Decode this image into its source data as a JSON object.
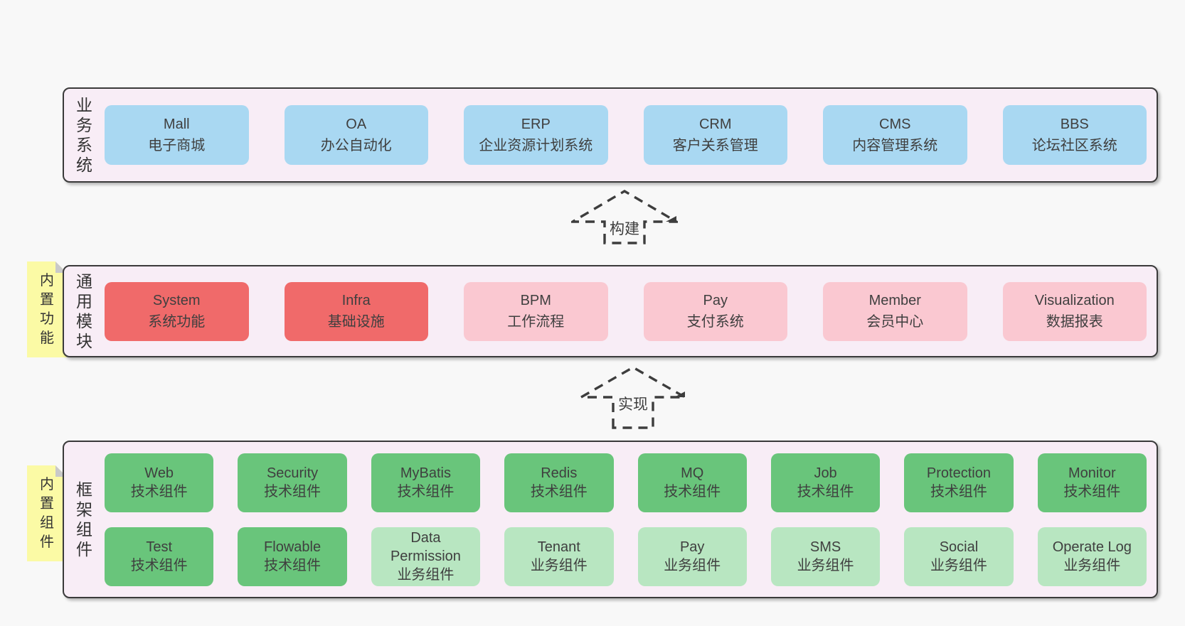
{
  "colors": {
    "page_bg": "#f8f8f8",
    "panel_bg": "#f8edf6",
    "panel_border": "#3a3a3a",
    "blue_box": "#a9d8f2",
    "red_box": "#f06a6a",
    "pink_box": "#fac8d1",
    "green_box": "#69c57b",
    "light_green_box": "#b8e6c1",
    "sticky_yellow": "#fbfaa5",
    "text": "#3f3f3f"
  },
  "business": {
    "label": "业\n务\n系\n统",
    "boxes": [
      {
        "name": "Mall",
        "desc": "电子商城"
      },
      {
        "name": "OA",
        "desc": "办公自动化"
      },
      {
        "name": "ERP",
        "desc": "企业资源计划系统"
      },
      {
        "name": "CRM",
        "desc": "客户关系管理"
      },
      {
        "name": "CMS",
        "desc": "内容管理系统"
      },
      {
        "name": "BBS",
        "desc": "论坛社区系统"
      }
    ]
  },
  "arrows": [
    {
      "label": "构建"
    },
    {
      "label": "实现"
    }
  ],
  "modules": {
    "label": "通\n用\n模\n块",
    "sticky": "内\n置\n功\n能",
    "boxes": [
      {
        "name": "System",
        "desc": "系统功能"
      },
      {
        "name": "Infra",
        "desc": "基础设施"
      },
      {
        "name": "BPM",
        "desc": "工作流程"
      },
      {
        "name": "Pay",
        "desc": "支付系统"
      },
      {
        "name": "Member",
        "desc": "会员中心"
      },
      {
        "name": "Visualization",
        "desc": "数据报表"
      }
    ]
  },
  "components": {
    "label": "框\n架\n组\n件",
    "sticky": "内\n置\n组\n件",
    "row1": [
      {
        "name": "Web",
        "desc": "技术组件"
      },
      {
        "name": "Security",
        "desc": "技术组件"
      },
      {
        "name": "MyBatis",
        "desc": "技术组件"
      },
      {
        "name": "Redis",
        "desc": "技术组件"
      },
      {
        "name": "MQ",
        "desc": "技术组件"
      },
      {
        "name": "Job",
        "desc": "技术组件"
      },
      {
        "name": "Protection",
        "desc": "技术组件"
      },
      {
        "name": "Monitor",
        "desc": "技术组件"
      }
    ],
    "row2": [
      {
        "name": "Test",
        "desc": "技术组件"
      },
      {
        "name": "Flowable",
        "desc": "技术组件"
      },
      {
        "name": "Data Permission",
        "desc": "业务组件"
      },
      {
        "name": "Tenant",
        "desc": "业务组件"
      },
      {
        "name": "Pay",
        "desc": "业务组件"
      },
      {
        "name": "SMS",
        "desc": "业务组件"
      },
      {
        "name": "Social",
        "desc": "业务组件"
      },
      {
        "name": "Operate Log",
        "desc": "业务组件"
      }
    ]
  }
}
